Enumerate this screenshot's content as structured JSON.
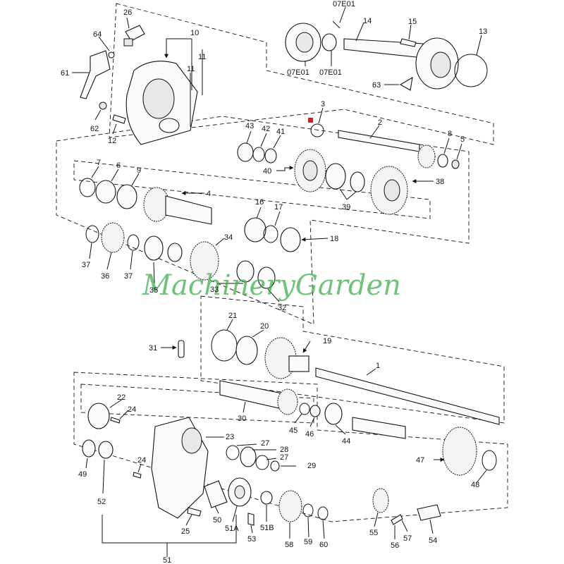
{
  "watermark": "MachineryGarden",
  "labels": {
    "l26": "26",
    "l64": "64",
    "l61": "61",
    "l62": "62",
    "l12": "12",
    "l10": "10",
    "l11a": "11",
    "l11b": "11",
    "l07e01a": "07E01",
    "l07e01b": "07E01",
    "l07e01c": "07E01",
    "l14": "14",
    "l15": "15",
    "l13": "13",
    "l63": "63",
    "l3": "3",
    "l2": "2",
    "l43": "43",
    "l42": "42",
    "l41": "41",
    "l8": "8",
    "l5": "5",
    "l40": "40",
    "l38": "38",
    "l39": "39",
    "l7": "7",
    "l6": "6",
    "l9": "9",
    "l4": "4",
    "l16": "16",
    "l17": "17",
    "l18": "18",
    "l37a": "37",
    "l36": "36",
    "l37b": "37",
    "l35": "35",
    "l34": "34",
    "l33": "33",
    "l32": "32",
    "l21": "21",
    "l20": "20",
    "l19": "19",
    "l31": "31",
    "l1": "1",
    "l30": "30",
    "l45": "45",
    "l46": "46",
    "l44": "44",
    "l22": "22",
    "l24a": "24",
    "l23": "23",
    "l27a": "27",
    "l28": "28",
    "l27b": "27",
    "l29": "29",
    "l49": "49",
    "l52": "52",
    "l24b": "24",
    "l47": "47",
    "l48": "48",
    "l25": "25",
    "l50": "50",
    "l51a": "51A",
    "l51b": "51B",
    "l53": "53",
    "l58": "58",
    "l59": "59",
    "l60": "60",
    "l55": "55",
    "l56": "56",
    "l57": "57",
    "l54": "54",
    "l51": "51"
  }
}
